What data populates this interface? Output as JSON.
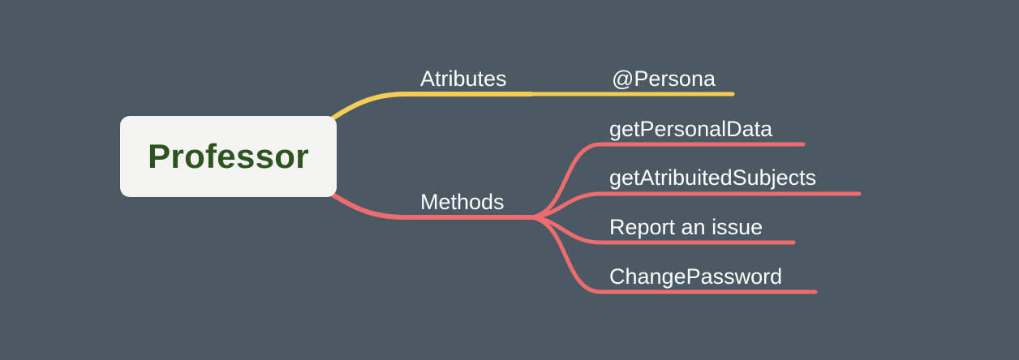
{
  "colors": {
    "background": "#4a5964",
    "root_fill": "#f3f3f2",
    "root_text": "#2f5221",
    "attributes_branch": "#f5cd54",
    "methods_branch": "#ee6b6e",
    "label_text": "#ffffff"
  },
  "mindmap": {
    "root": {
      "label": "Professor"
    },
    "branches": [
      {
        "label": "Atributes",
        "children": [
          {
            "label": "@Persona"
          }
        ]
      },
      {
        "label": "Methods",
        "children": [
          {
            "label": "getPersonalData"
          },
          {
            "label": "getAtribuitedSubjects"
          },
          {
            "label": "Report an issue"
          },
          {
            "label": "ChangePassword"
          }
        ]
      }
    ]
  }
}
